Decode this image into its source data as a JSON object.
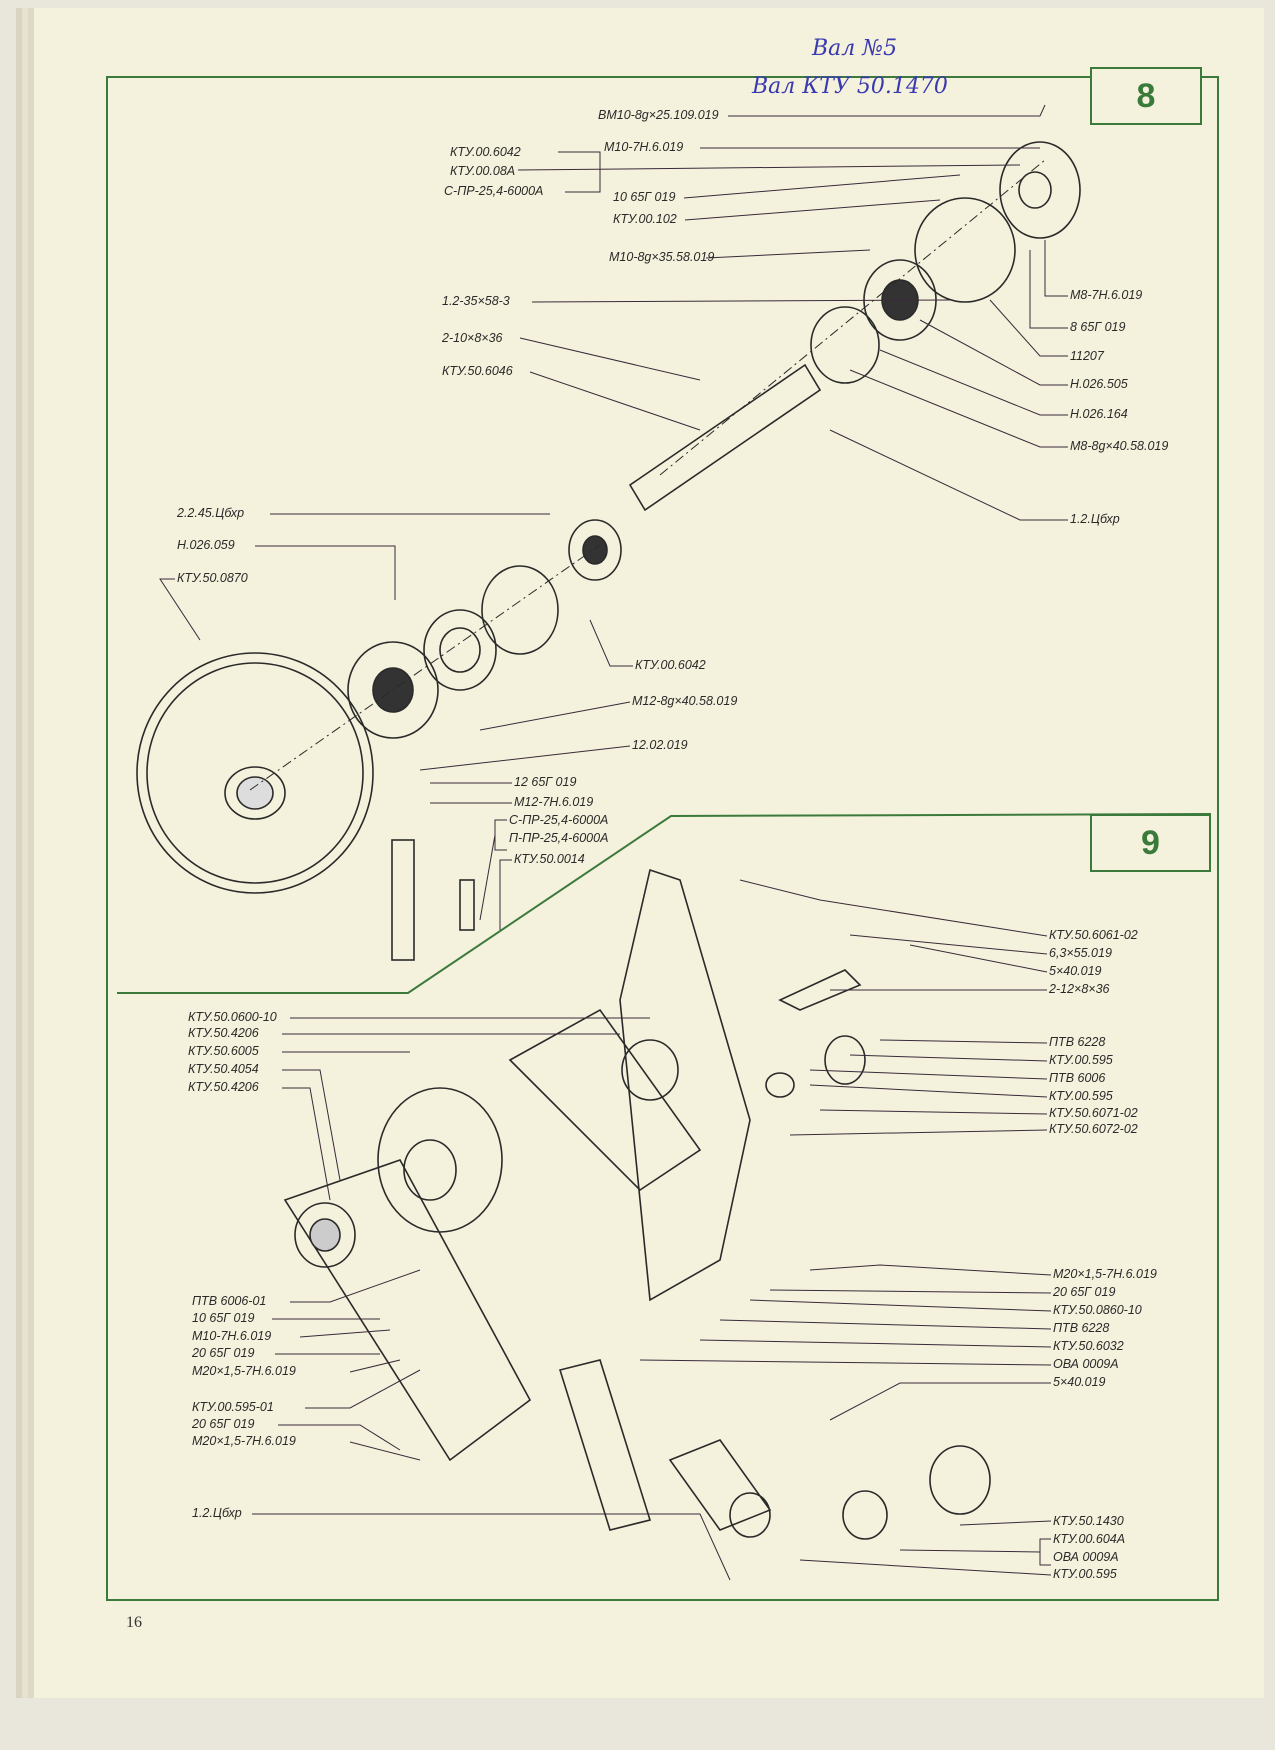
{
  "handwritten": {
    "line1": "Вал №5",
    "line2": "Вал КТУ 50.1470"
  },
  "page_number": "16",
  "figure8": {
    "number": "8",
    "labels": [
      "ВМ10-8g×25.109.019",
      "М10-7Н.6.019",
      "КТУ.00.6042",
      "КТУ.00.08А",
      "С-ПР-25,4-6000А",
      "10 65Г 019",
      "КТУ.00.102",
      "М10-8g×35.58.019",
      "1.2-35×58-3",
      "2-10×8×36",
      "КТУ.50.6046",
      "М8-7Н.6.019",
      "8 65Г 019",
      "11207",
      "Н.026.505",
      "Н.026.164",
      "М8-8g×40.58.019",
      "1.2.Цбхр",
      "2.2.45.Цбхр",
      "Н.026.059",
      "КТУ.50.0870",
      "КТУ.00.6042",
      "М12-8g×40.58.019",
      "12.02.019",
      "12 65Г 019",
      "М12-7Н.6.019",
      "С-ПР-25,4-6000А",
      "П-ПР-25,4-6000А",
      "КТУ.50.0014"
    ]
  },
  "figure9": {
    "number": "9",
    "labels": [
      "КТУ.50.6061-02",
      "6,3×55.019",
      "5×40.019",
      "2-12×8×36",
      "ПТВ 6228",
      "КТУ.00.595",
      "ПТВ 6006",
      "КТУ.00.595",
      "КТУ.50.6071-02",
      "КТУ.50.6072-02",
      "КТУ.50.0600-10",
      "КТУ.50.4206",
      "КТУ.50.6005",
      "КТУ.50.4054",
      "КТУ.50.4206",
      "М20×1,5-7Н.6.019",
      "20 65Г 019",
      "КТУ.50.0860-10",
      "ПТВ 6228",
      "КТУ.50.6032",
      "ОВА 0009А",
      "5×40.019",
      "ПТВ 6006-01",
      "10 65Г 019",
      "М10-7Н.6.019",
      "20 65Г 019",
      "М20×1,5-7Н.6.019",
      "КТУ.00.595-01",
      "20 65Г 019",
      "М20×1,5-7Н.6.019",
      "1.2.Цбхр",
      "КТУ.50.1430",
      "КТУ.00.604А",
      "ОВА 0009А",
      "КТУ.00.595"
    ]
  }
}
